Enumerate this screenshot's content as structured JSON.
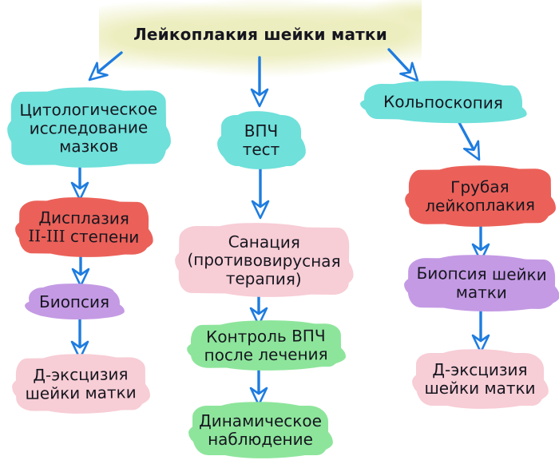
{
  "title": {
    "text": "Лейкоплакия шейки матки"
  },
  "colors": {
    "yellow": "#edeec0",
    "cyan": "#6fe0da",
    "red": "#eb6159",
    "purple": "#c49ae4",
    "pink": "#f7cdd6",
    "green": "#8de59b",
    "arrow": "#1e7cdf",
    "text": "#16161f"
  },
  "nodes": {
    "left": [
      {
        "name": "cytology",
        "color": "cyan",
        "lines": [
          "Цитологическое",
          "исследование",
          "мазков"
        ]
      },
      {
        "name": "dysplasia",
        "color": "red",
        "lines": [
          "Дисплазия"
        ],
        "roman": "II-III",
        "line2_rest": "степени"
      },
      {
        "name": "biopsy",
        "color": "purple",
        "lines": [
          "Биопсия"
        ]
      },
      {
        "name": "d_excision",
        "color": "pink",
        "lines": [
          "Д-эксцизия",
          "шейки матки"
        ]
      }
    ],
    "middle": [
      {
        "name": "hpv_test",
        "color": "cyan",
        "lines": [
          "ВПЧ",
          "тест"
        ]
      },
      {
        "name": "sanation",
        "color": "pink",
        "lines": [
          "Санация",
          "(противовирусная",
          "терапия)"
        ]
      },
      {
        "name": "hpv_control",
        "color": "green",
        "lines": [
          "Контроль ВПЧ",
          "после лечения"
        ]
      },
      {
        "name": "observation",
        "color": "green",
        "lines": [
          "Динамическое",
          "наблюдение"
        ]
      }
    ],
    "right": [
      {
        "name": "colposcopy",
        "color": "cyan",
        "lines": [
          "Кольпоскопия"
        ]
      },
      {
        "name": "rough_leukoplakia",
        "color": "red",
        "lines": [
          "Грубая",
          "лейкоплакия"
        ]
      },
      {
        "name": "cervical_biopsy",
        "color": "purple",
        "lines": [
          "Биопсия шейки",
          "матки"
        ]
      },
      {
        "name": "d_excision",
        "color": "pink",
        "lines": [
          "Д-эксцизия",
          "шейки матки"
        ]
      }
    ]
  }
}
